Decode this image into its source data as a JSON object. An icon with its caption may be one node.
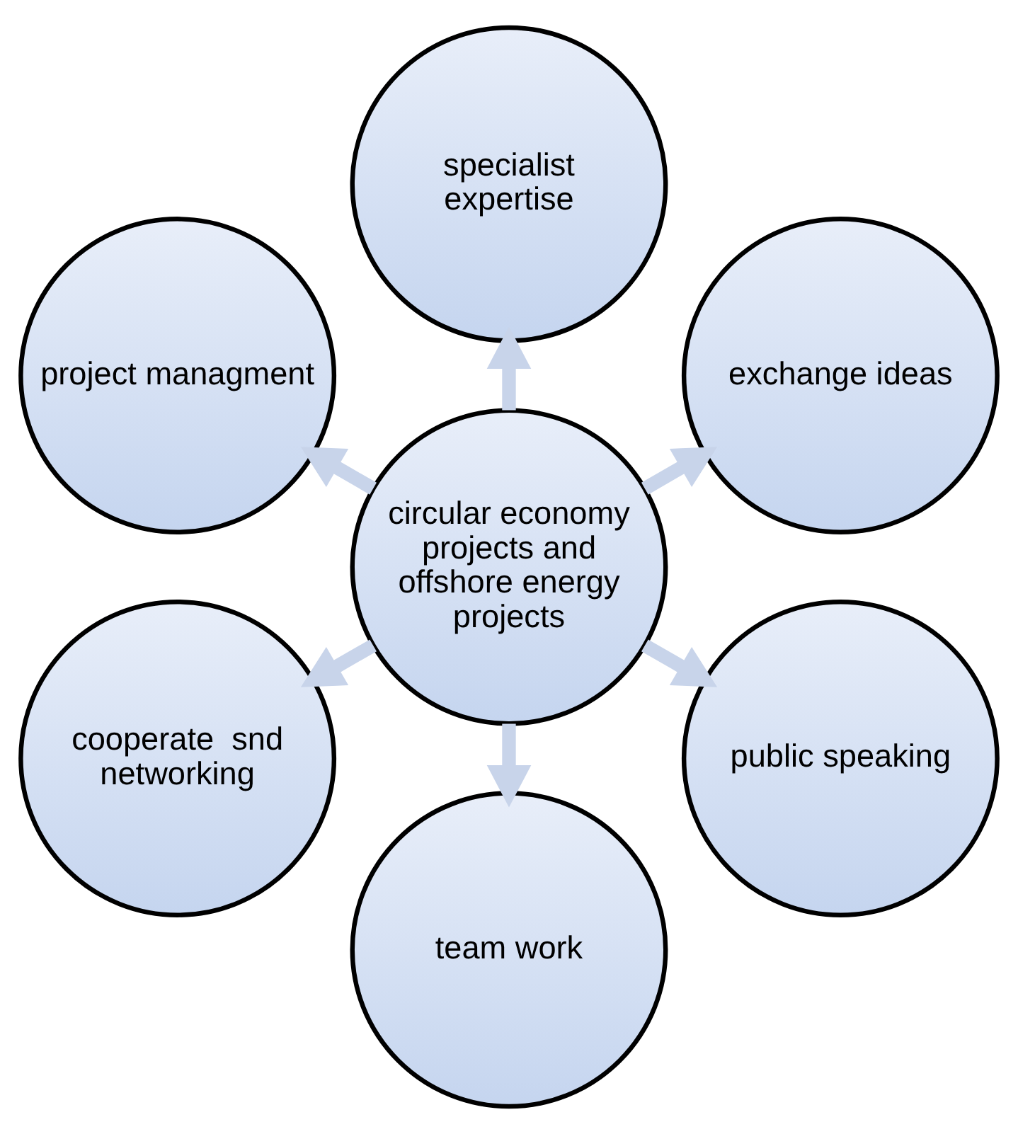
{
  "diagram": {
    "nodes": [
      {
        "text": [
          "exchange ideas"
        ]
      },
      {
        "text": [
          "specialist expertise"
        ]
      },
      {
        "text": [
          "project managment"
        ]
      },
      {
        "text": [
          "circular economy projects and offshore energy projects"
        ]
      },
      {
        "text": [
          "cooperate  snd networking"
        ]
      },
      {
        "text": [
          "team work"
        ]
      },
      {
        "text": [
          "public speaking"
        ]
      }
    ],
    "edges": [
      {
        "from": 3,
        "to": 0,
        "arrow": "to"
      },
      {
        "from": 3,
        "to": 2,
        "arrow": "to"
      },
      {
        "from": 3,
        "to": 5,
        "arrow": "to"
      },
      {
        "from": 3,
        "to": 6,
        "arrow": "to"
      },
      {
        "from": 3,
        "to": 4,
        "arrow": "to"
      },
      {
        "from": 3,
        "to": 1,
        "arrow": "to"
      }
    ]
  }
}
